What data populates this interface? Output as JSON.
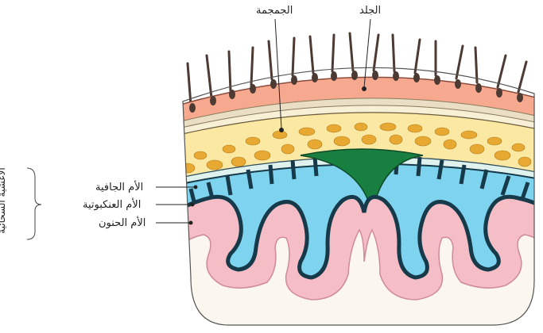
{
  "labels": {
    "skin": "الجلد",
    "skull": "الجمجمة",
    "dura": "الأم الجافية",
    "arachnoid": "الأم العنكبوتية",
    "pia": "الأم الحنون",
    "meninges": "الأغشية السحائية"
  },
  "colors": {
    "skin": "#f6a98f",
    "bone": "#fbe9a3",
    "bone_spots": "#e8a933",
    "dura": "#dff2ee",
    "arachnoid": "#7ed3ee",
    "pia": "#173a4a",
    "brain": "#f5bdc6",
    "white_matter": "#fbf7ef",
    "vessel": "#178041",
    "hair": "#4d3a33"
  }
}
